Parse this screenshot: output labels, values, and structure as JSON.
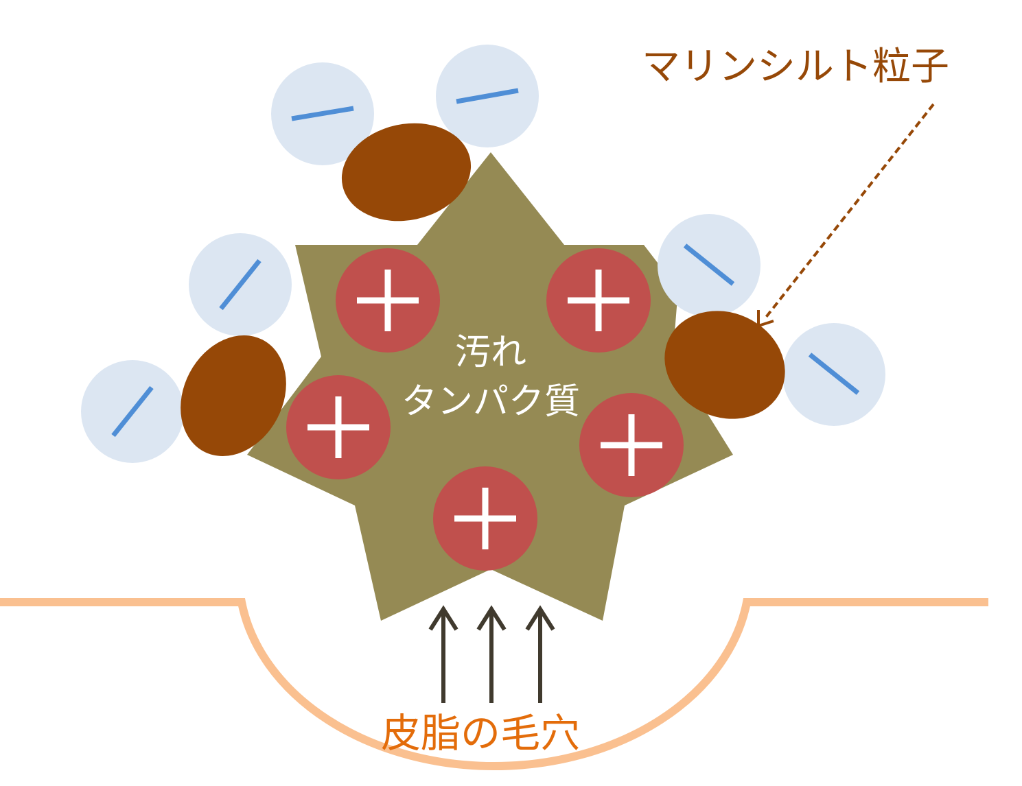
{
  "labels": {
    "particle": "マリンシルト粒子",
    "dirt_line1": "汚れ",
    "dirt_line2": "タンパク質",
    "pore": "皮脂の毛穴"
  },
  "symbols": {
    "positive": "+",
    "negative": "−"
  },
  "colors": {
    "background": "#ffffff",
    "dirt_star": "#958A54",
    "positive_charge": "#C0504D",
    "positive_sign": "#ffffff",
    "negative_charge": "#DCE6F2",
    "negative_sign": "#4F8ED6",
    "particle": "#964807",
    "particle_label": "#964807",
    "pore_outline": "#FAC090",
    "pore_label": "#E36C0A",
    "dirt_label": "#ffffff",
    "arrows": "#403A2E"
  },
  "counts": {
    "positive_charges": 5,
    "negative_charges": 6,
    "particles": 3,
    "upward_arrows": 3
  }
}
